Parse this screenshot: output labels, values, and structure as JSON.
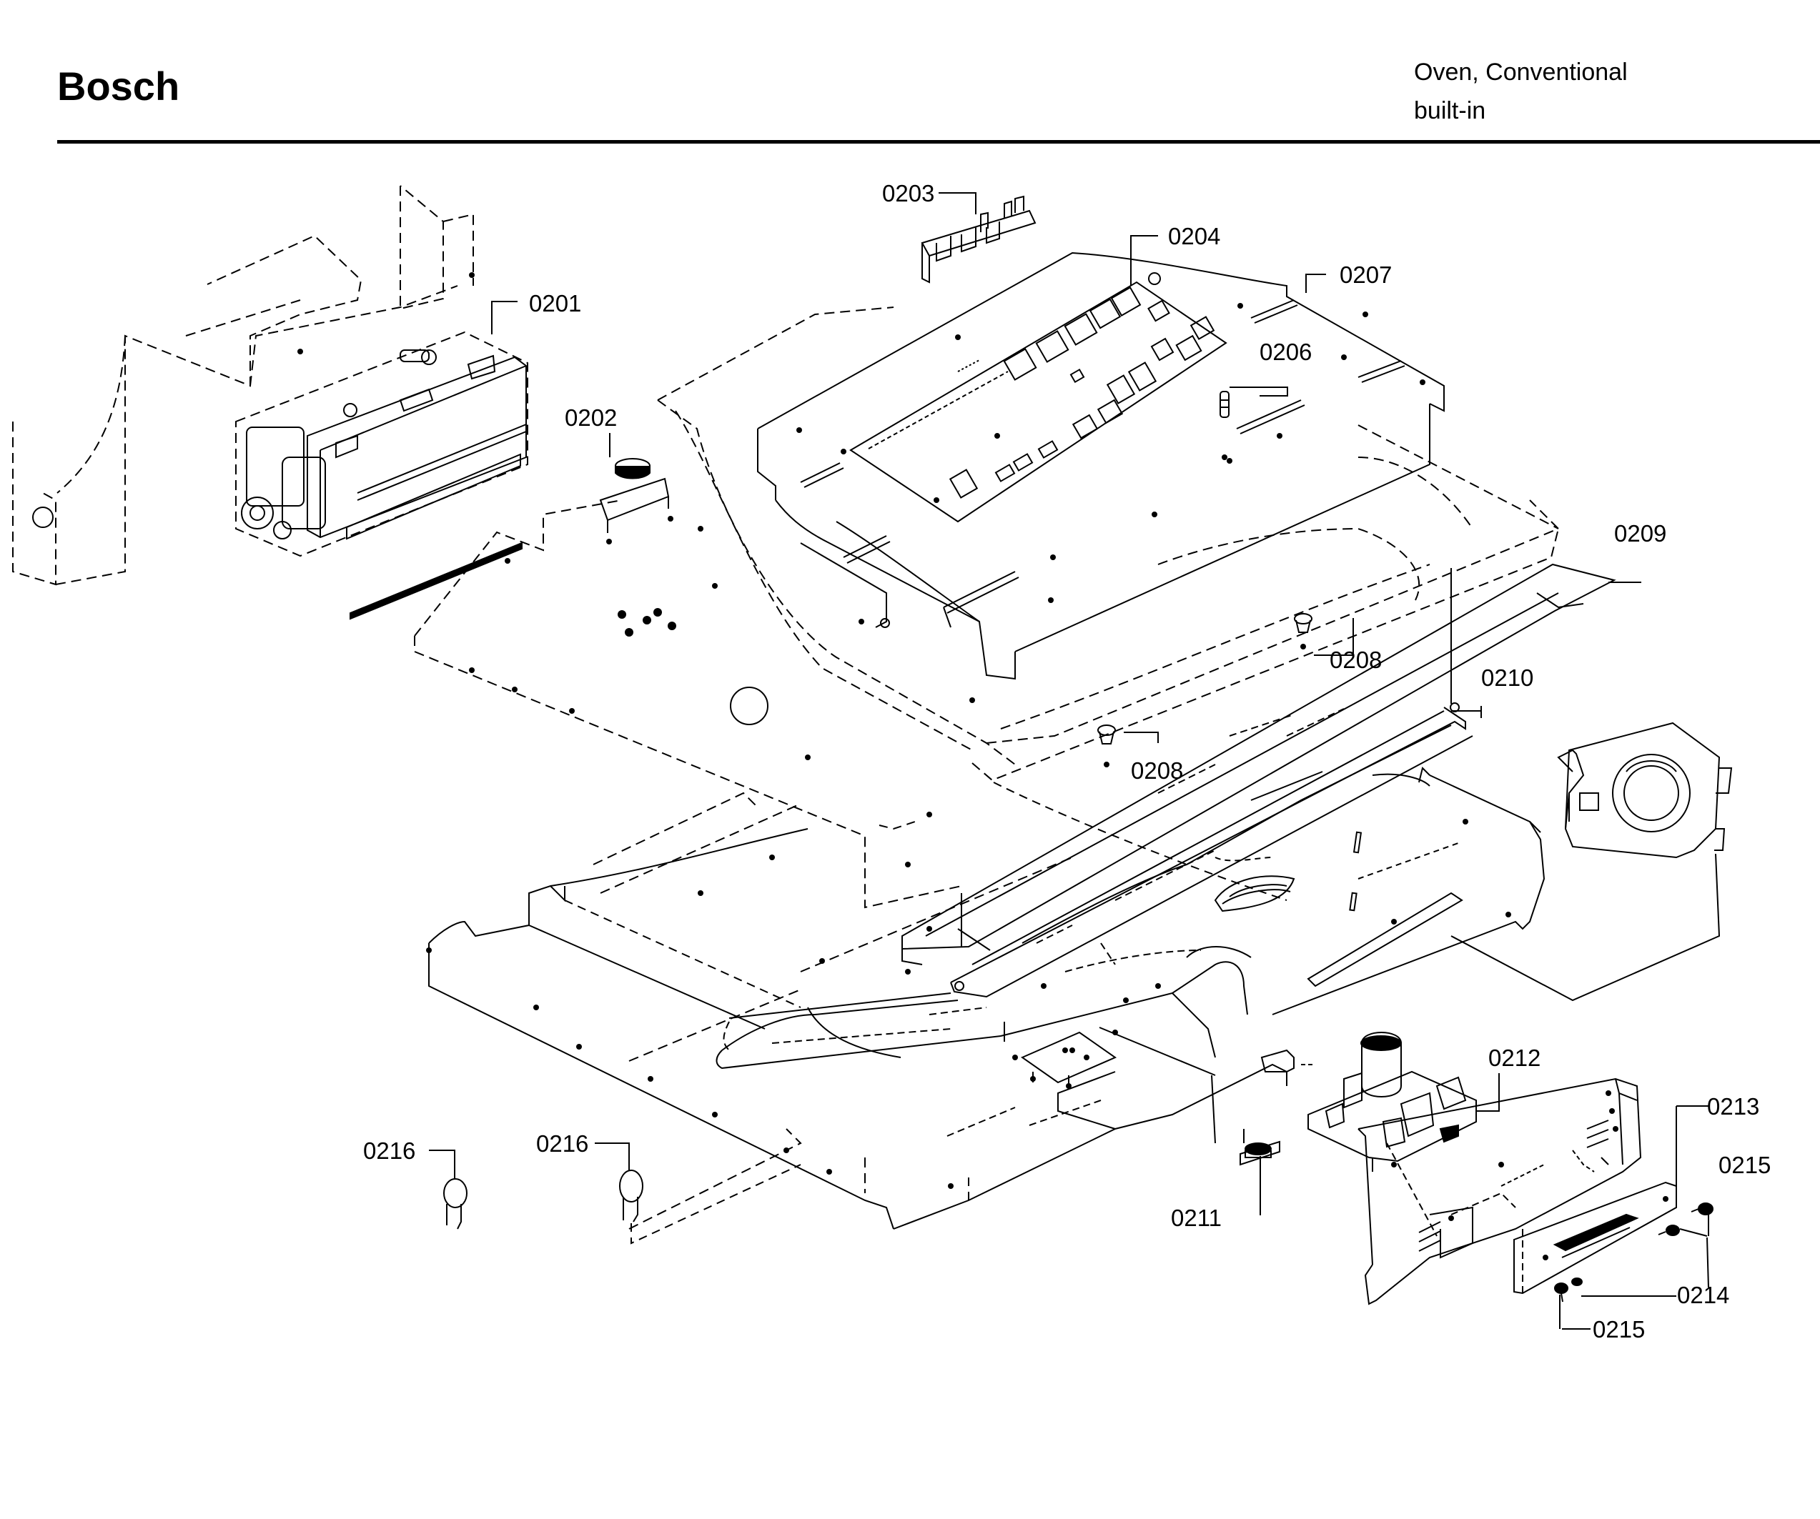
{
  "header": {
    "brand": "Bosch",
    "product_line1": "Oven, Conventional",
    "product_line2": "built-in"
  },
  "callouts": {
    "p0201": "0201",
    "p0202": "0202",
    "p0203": "0203",
    "p0204": "0204",
    "p0206": "0206",
    "p0207": "0207",
    "p0208a": "0208",
    "p0208b": "0208",
    "p0209": "0209",
    "p0210": "0210",
    "p0211": "0211",
    "p0212": "0212",
    "p0213": "0213",
    "p0214": "0214",
    "p0215a": "0215",
    "p0215b": "0215",
    "p0216a": "0216",
    "p0216b": "0216"
  }
}
